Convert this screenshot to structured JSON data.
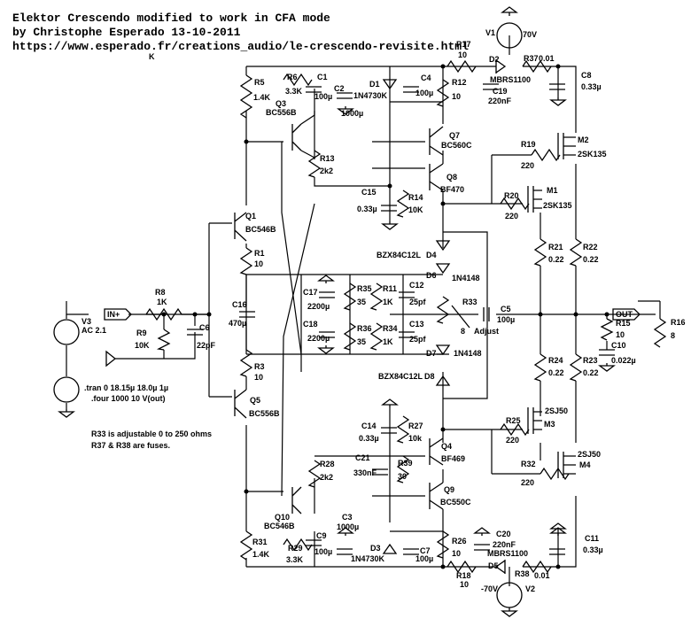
{
  "header": {
    "line1": "Elektor Crescendo modified to work in CFA mode",
    "line2": "by Christophe Esperado 13-10-2011",
    "line3": "https://www.esperado.fr/creations_audio/le-crescendo-revisite.html",
    "stray": "K"
  },
  "notes": {
    "line1": "R33 is adjustable 0 to 250 ohms",
    "line2": "R37 & R38 are fuses."
  },
  "sim": {
    "line1": ".tran 0 18.15µ 18.0µ 1µ",
    "line2": ".four 1000 10 V(out)"
  },
  "ports": {
    "in": "IN+",
    "out": "OUT"
  },
  "labels": [
    {
      "id": "v1",
      "text": "V1"
    },
    {
      "id": "v1v",
      "text": "70V"
    },
    {
      "id": "v2",
      "text": "V2"
    },
    {
      "id": "v2v",
      "text": "-70V"
    },
    {
      "id": "v3",
      "text": "V3"
    },
    {
      "id": "v3v",
      "text": "AC 2.1"
    },
    {
      "id": "r17",
      "text": "R17"
    },
    {
      "id": "r17v",
      "text": "10"
    },
    {
      "id": "d2",
      "text": "D2"
    },
    {
      "id": "d2v",
      "text": "MBRS1100"
    },
    {
      "id": "r37",
      "text": "R37"
    },
    {
      "id": "r37v",
      "text": "0.01"
    },
    {
      "id": "c8",
      "text": "C8"
    },
    {
      "id": "c8v",
      "text": "0.33µ"
    },
    {
      "id": "r5",
      "text": "R5"
    },
    {
      "id": "r5v",
      "text": "1.4K"
    },
    {
      "id": "r6",
      "text": "R6"
    },
    {
      "id": "r6v",
      "text": "3.3K"
    },
    {
      "id": "c1",
      "text": "C1"
    },
    {
      "id": "c1v",
      "text": "100µ"
    },
    {
      "id": "c2",
      "text": "C2"
    },
    {
      "id": "c2v",
      "text": "1000µ"
    },
    {
      "id": "d1",
      "text": "D1"
    },
    {
      "id": "d1v",
      "text": "1N4730K"
    },
    {
      "id": "c4",
      "text": "C4"
    },
    {
      "id": "c4v",
      "text": "100µ"
    },
    {
      "id": "r12",
      "text": "R12"
    },
    {
      "id": "r12v",
      "text": "10"
    },
    {
      "id": "c19",
      "text": "C19"
    },
    {
      "id": "c19v",
      "text": "220nF"
    },
    {
      "id": "q3",
      "text": "Q3"
    },
    {
      "id": "q3v",
      "text": "BC556B"
    },
    {
      "id": "q7",
      "text": "Q7"
    },
    {
      "id": "q7v",
      "text": "BC560C"
    },
    {
      "id": "r19",
      "text": "R19"
    },
    {
      "id": "r19v",
      "text": "220"
    },
    {
      "id": "m2",
      "text": "M2"
    },
    {
      "id": "m2v",
      "text": "2SK135"
    },
    {
      "id": "r13",
      "text": "R13"
    },
    {
      "id": "r13v",
      "text": "2k2"
    },
    {
      "id": "q8",
      "text": "Q8"
    },
    {
      "id": "q8v",
      "text": "BF470"
    },
    {
      "id": "c15",
      "text": "C15"
    },
    {
      "id": "c15v",
      "text": "0.33µ"
    },
    {
      "id": "r14",
      "text": "R14"
    },
    {
      "id": "r14v",
      "text": "10K"
    },
    {
      "id": "r20",
      "text": "R20"
    },
    {
      "id": "r20v",
      "text": "220"
    },
    {
      "id": "m1",
      "text": "M1"
    },
    {
      "id": "m1v",
      "text": "2SK135"
    },
    {
      "id": "q1",
      "text": "Q1"
    },
    {
      "id": "q1v",
      "text": "BC546B"
    },
    {
      "id": "d4",
      "text": "D4"
    },
    {
      "id": "d4v",
      "text": "BZX84C12L"
    },
    {
      "id": "r21",
      "text": "R21"
    },
    {
      "id": "r21v",
      "text": "0.22"
    },
    {
      "id": "r22",
      "text": "R22"
    },
    {
      "id": "r22v",
      "text": "0.22"
    },
    {
      "id": "r1",
      "text": "R1"
    },
    {
      "id": "r1v",
      "text": "10"
    },
    {
      "id": "d6",
      "text": "D6"
    },
    {
      "id": "d6v",
      "text": "1N4148"
    },
    {
      "id": "r8",
      "text": "R8"
    },
    {
      "id": "r8v",
      "text": "1K"
    },
    {
      "id": "c17",
      "text": "C17"
    },
    {
      "id": "c17v",
      "text": "2200µ"
    },
    {
      "id": "r35",
      "text": "R35"
    },
    {
      "id": "r35v",
      "text": "35"
    },
    {
      "id": "r11",
      "text": "R11"
    },
    {
      "id": "r11v",
      "text": "1K"
    },
    {
      "id": "c12",
      "text": "C12"
    },
    {
      "id": "c12v",
      "text": "25pf"
    },
    {
      "id": "r33",
      "text": "R33"
    },
    {
      "id": "r33v",
      "text": "8"
    },
    {
      "id": "r33a",
      "text": "Adjust"
    },
    {
      "id": "c5",
      "text": "C5"
    },
    {
      "id": "c5v",
      "text": "100µ"
    },
    {
      "id": "c16",
      "text": "C16"
    },
    {
      "id": "c16v",
      "text": "470µ"
    },
    {
      "id": "r15",
      "text": "R15"
    },
    {
      "id": "r15v",
      "text": "10"
    },
    {
      "id": "c10",
      "text": "C10"
    },
    {
      "id": "c10v",
      "text": "0.022µ"
    },
    {
      "id": "r16",
      "text": "R16"
    },
    {
      "id": "r16v",
      "text": "8"
    },
    {
      "id": "r9",
      "text": "R9"
    },
    {
      "id": "r9v",
      "text": "10K"
    },
    {
      "id": "c6",
      "text": "C6"
    },
    {
      "id": "c6v",
      "text": "22pF"
    },
    {
      "id": "c18",
      "text": "C18"
    },
    {
      "id": "c18v",
      "text": "2200µ"
    },
    {
      "id": "r36",
      "text": "R36"
    },
    {
      "id": "r36v",
      "text": "35"
    },
    {
      "id": "r34",
      "text": "R34"
    },
    {
      "id": "r34v",
      "text": "1K"
    },
    {
      "id": "c13",
      "text": "C13"
    },
    {
      "id": "c13v",
      "text": "25pf"
    },
    {
      "id": "r3",
      "text": "R3"
    },
    {
      "id": "r3v",
      "text": "10"
    },
    {
      "id": "d7",
      "text": "D7"
    },
    {
      "id": "d7v",
      "text": "1N4148"
    },
    {
      "id": "r24",
      "text": "R24"
    },
    {
      "id": "r24v",
      "text": "0.22"
    },
    {
      "id": "r23",
      "text": "R23"
    },
    {
      "id": "r23v",
      "text": "0.22"
    },
    {
      "id": "d8",
      "text": "D8"
    },
    {
      "id": "d8v",
      "text": "BZX84C12L"
    },
    {
      "id": "q5",
      "text": "Q5"
    },
    {
      "id": "q5v",
      "text": "BC556B"
    },
    {
      "id": "r25",
      "text": "R25"
    },
    {
      "id": "r25v",
      "text": "220"
    },
    {
      "id": "m3",
      "text": "M3"
    },
    {
      "id": "m3v",
      "text": "2SJ50"
    },
    {
      "id": "c14",
      "text": "C14"
    },
    {
      "id": "c14v",
      "text": "0.33µ"
    },
    {
      "id": "r27",
      "text": "R27"
    },
    {
      "id": "r27v",
      "text": "10k"
    },
    {
      "id": "q4",
      "text": "Q4"
    },
    {
      "id": "q4v",
      "text": "BF469"
    },
    {
      "id": "m4",
      "text": "M4"
    },
    {
      "id": "m4v",
      "text": "2SJ50"
    },
    {
      "id": "r28",
      "text": "R28"
    },
    {
      "id": "r28v",
      "text": "2k2"
    },
    {
      "id": "c21",
      "text": "C21"
    },
    {
      "id": "c21v",
      "text": "330nF"
    },
    {
      "id": "r39",
      "text": "R39"
    },
    {
      "id": "r39v",
      "text": "30"
    },
    {
      "id": "r32",
      "text": "R32"
    },
    {
      "id": "r32v",
      "text": "220"
    },
    {
      "id": "q9",
      "text": "Q9"
    },
    {
      "id": "q9v",
      "text": "BC550C"
    },
    {
      "id": "c3",
      "text": "C3"
    },
    {
      "id": "c3v",
      "text": "1000µ"
    },
    {
      "id": "q10",
      "text": "Q10"
    },
    {
      "id": "q10v",
      "text": "BC546B"
    },
    {
      "id": "c9",
      "text": "C9"
    },
    {
      "id": "c9v",
      "text": "100µ"
    },
    {
      "id": "c20",
      "text": "C20"
    },
    {
      "id": "c20v",
      "text": "220nF"
    },
    {
      "id": "r31",
      "text": "R31"
    },
    {
      "id": "r31v",
      "text": "1.4K"
    },
    {
      "id": "r29",
      "text": "R29"
    },
    {
      "id": "r29v",
      "text": "3.3K"
    },
    {
      "id": "d3",
      "text": "D3"
    },
    {
      "id": "d3v",
      "text": "1N4730K"
    },
    {
      "id": "c7",
      "text": "C7"
    },
    {
      "id": "c7v",
      "text": "100µ"
    },
    {
      "id": "r26",
      "text": "R26"
    },
    {
      "id": "r26v",
      "text": "10"
    },
    {
      "id": "d5",
      "text": "D5"
    },
    {
      "id": "d5v",
      "text": "MBRS1100"
    },
    {
      "id": "r18",
      "text": "R18"
    },
    {
      "id": "r18v",
      "text": "10"
    },
    {
      "id": "r38",
      "text": "R38"
    },
    {
      "id": "r38v",
      "text": "0.01"
    },
    {
      "id": "c11",
      "text": "C11"
    },
    {
      "id": "c11v",
      "text": "0.33µ"
    }
  ]
}
